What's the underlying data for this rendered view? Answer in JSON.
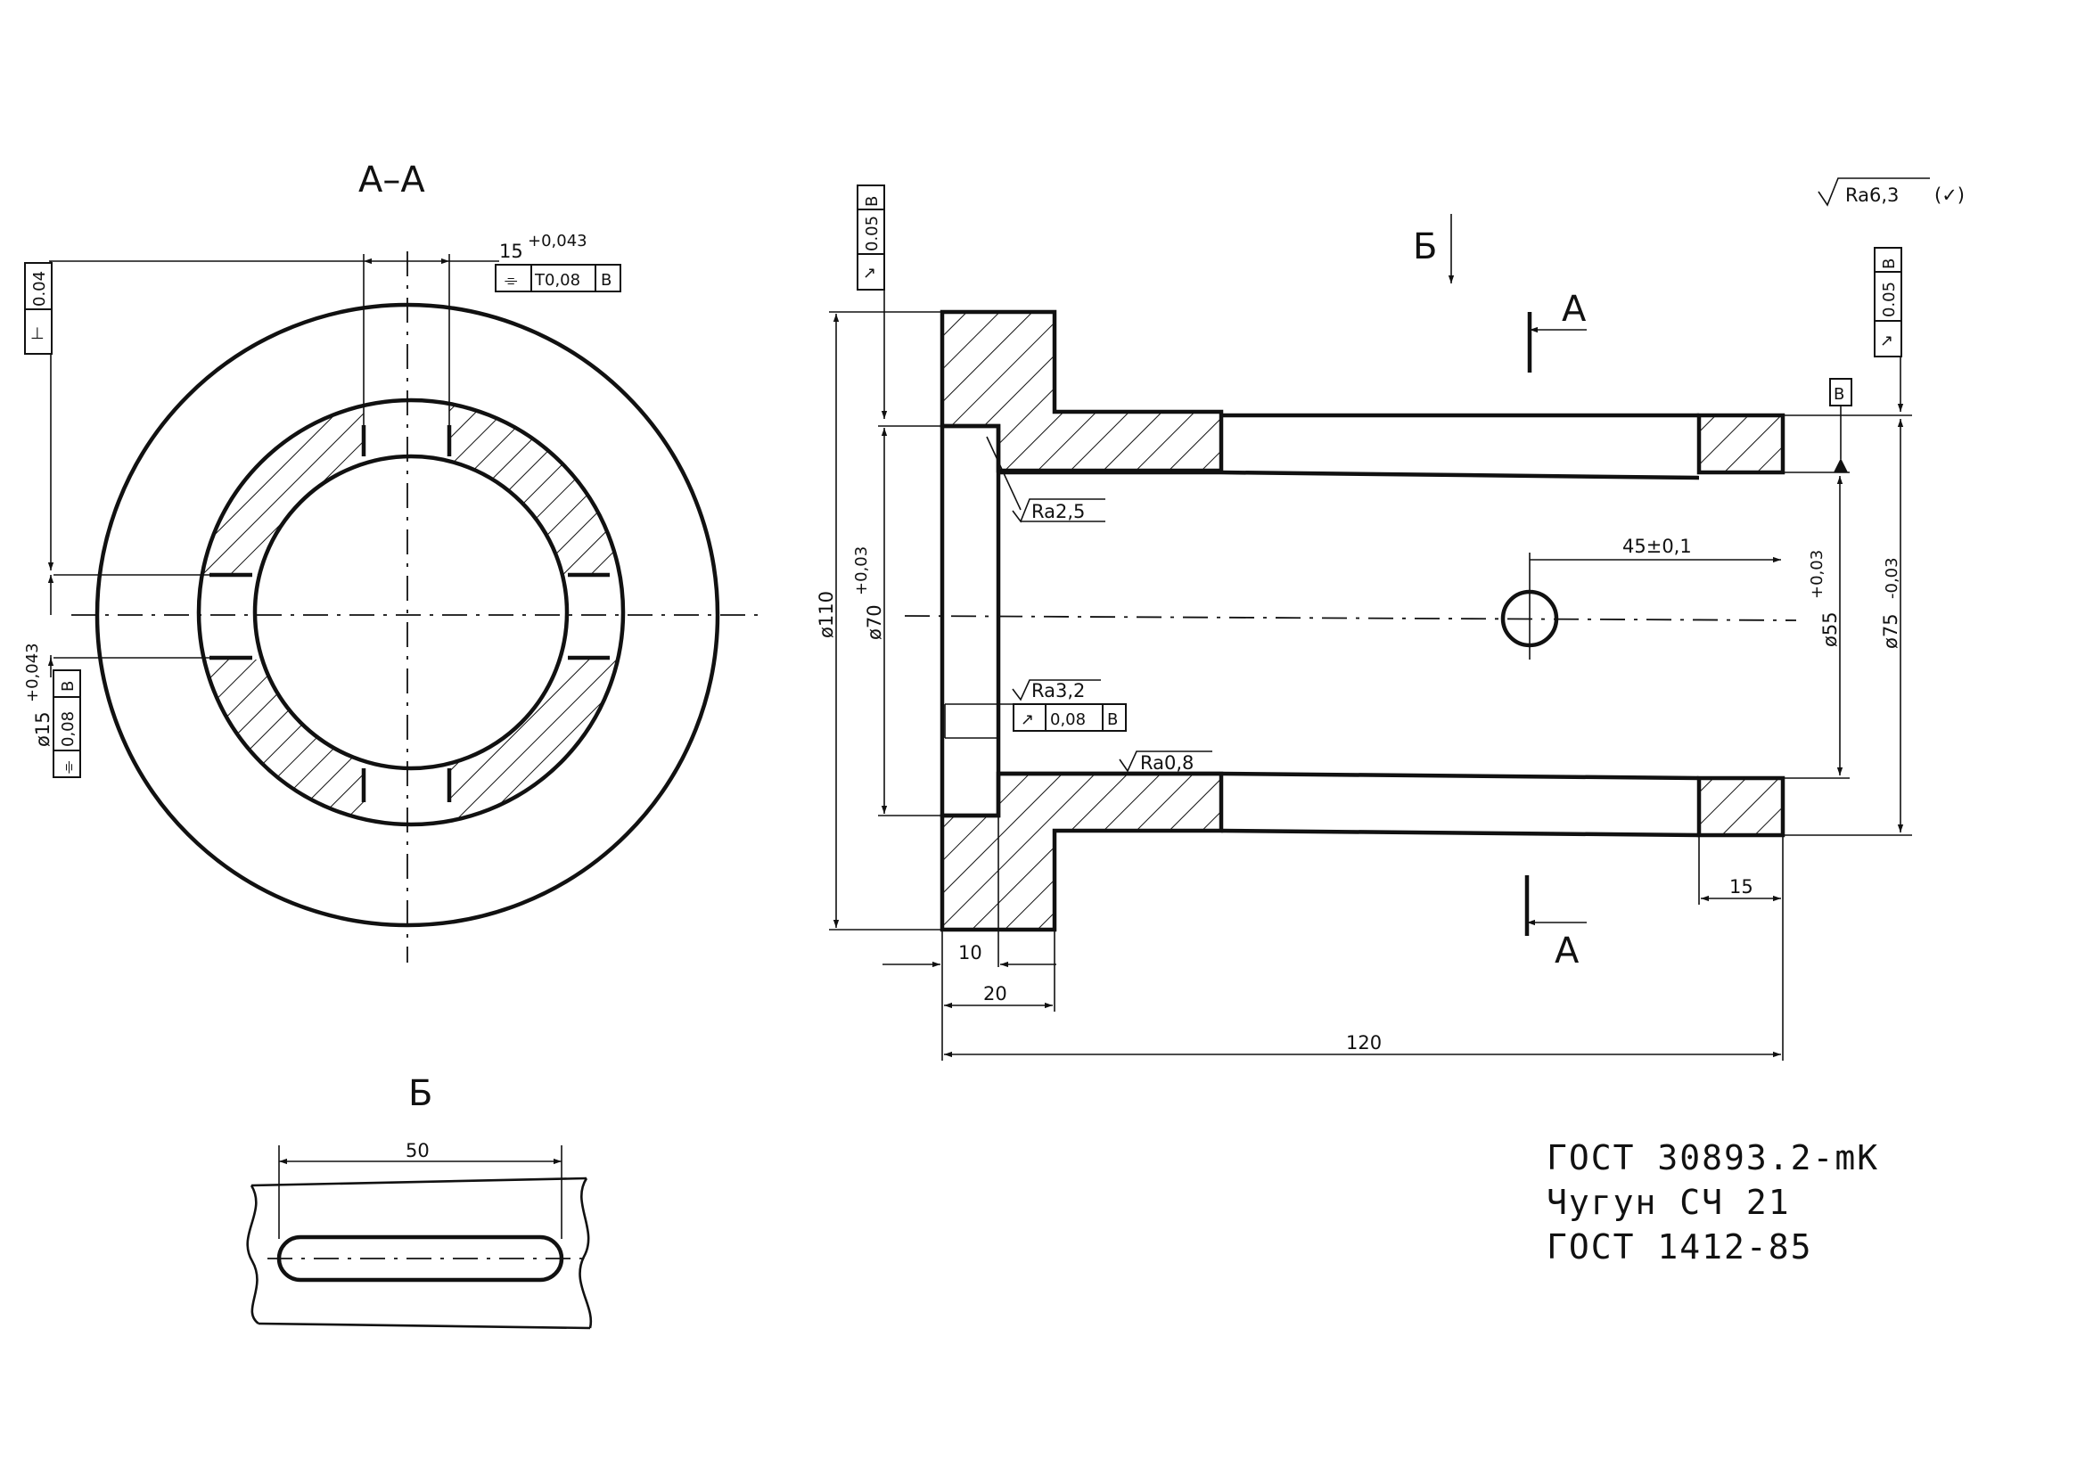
{
  "section_views": {
    "section_aa": {
      "label": "A–A"
    },
    "view_b": {
      "label": "Б",
      "slot_length": "50"
    },
    "cut_mark_top": "A",
    "cut_mark_bottom": "A",
    "view_arrow": "Б"
  },
  "roughness": {
    "general": "Ra6,3",
    "general_suffix": "(✓)",
    "bore_entry": "Ra2,5",
    "face": "Ra3,2",
    "bore": "Ra0,8"
  },
  "tolerances": {
    "runout_left": {
      "symbol": "↗",
      "value": "0.05",
      "datum": "B"
    },
    "runout_right": {
      "symbol": "↗",
      "value": "0.05",
      "datum": "B"
    },
    "runout_face": {
      "symbol": "↗",
      "value": "0,08",
      "datum": "B"
    },
    "perpendicular": {
      "symbol": "⊥",
      "value": "0.04"
    },
    "symmetry_top": {
      "symbol": "⌯",
      "value": "T0,08",
      "datum": "B"
    },
    "symmetry_left": {
      "symbol": "⌯",
      "value": "0,08",
      "datum": "B"
    },
    "datum_b": "B"
  },
  "dimensions": {
    "slot_width_top": "15",
    "slot_width_top_tol": "+0,043",
    "slot_width_left": "ø15",
    "slot_width_left_tol": "+0,043",
    "dia_110": "ø110",
    "dia_70": "ø70",
    "dia_70_tol": "+0,03",
    "dia_55": "ø55",
    "dia_55_tol": "+0,03",
    "dia_75": "ø75",
    "dia_75_tol": "-0,03",
    "hole_pos": "45±0,1",
    "len_10": "10",
    "len_20": "20",
    "len_120": "120",
    "len_15": "15"
  },
  "notes": {
    "line1": "ГОСТ 30893.2-mK",
    "line2": "Чугун СЧ 21",
    "line3": "ГОСТ 1412-85"
  }
}
